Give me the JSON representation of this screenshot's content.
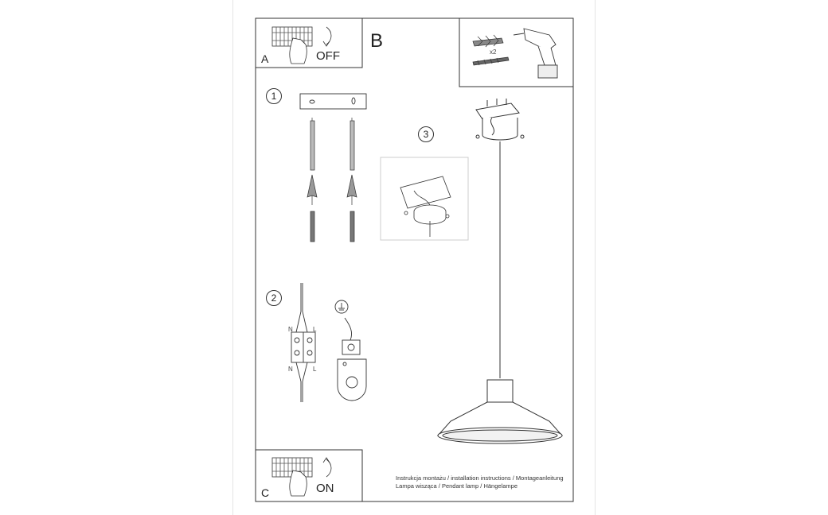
{
  "panels": {
    "a": {
      "letter": "A",
      "action": "OFF"
    },
    "b": {
      "letter": "B"
    },
    "c": {
      "letter": "C",
      "action": "ON"
    }
  },
  "tools": {
    "screw_count": "x2"
  },
  "steps": [
    {
      "number": "1"
    },
    {
      "number": "2"
    },
    {
      "number": "3"
    }
  ],
  "wiring": {
    "terminal_top_n": "N",
    "terminal_top_l": "L",
    "terminal_bottom_n": "N",
    "terminal_bottom_l": "L"
  },
  "caption": {
    "line1": "Instrukcja montażu / installation instructions / Montageanleitung",
    "line2": "Lampa wisząca / Pendant lamp / Hängelampe"
  },
  "icons": {
    "ground": "earth-ground-icon",
    "power_off": "switch-off-icon",
    "power_on": "switch-on-icon",
    "drill": "drill-icon",
    "dowel": "wall-plug-icon",
    "screw": "screw-icon"
  }
}
